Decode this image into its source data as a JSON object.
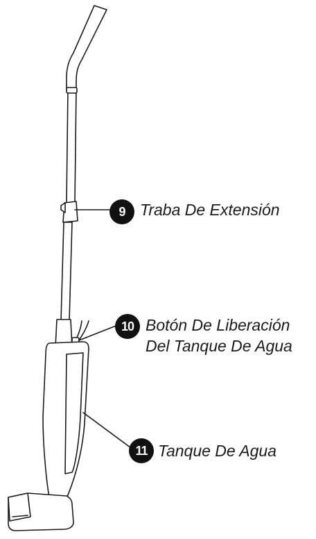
{
  "callouts": [
    {
      "number": "9",
      "line1": "Traba De Extensión"
    },
    {
      "number": "10",
      "line1": "Botón De Liberación",
      "line2": "Del Tanque De Agua"
    },
    {
      "number": "11",
      "line1": "Tanque De Agua"
    }
  ]
}
